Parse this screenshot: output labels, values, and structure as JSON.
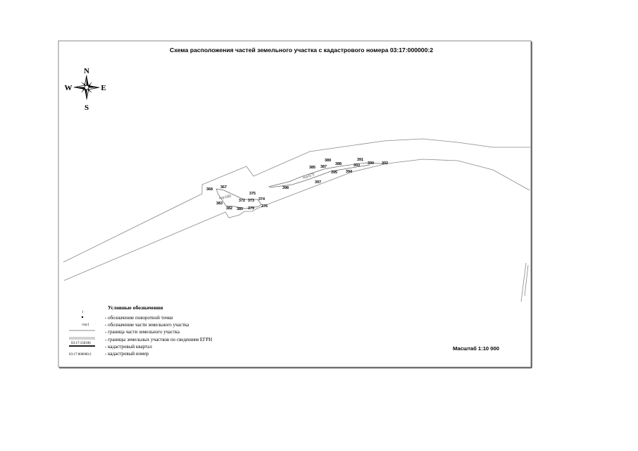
{
  "title": "Схема расположения частей земельного участка с кадастрового номера 03:17:000000:2",
  "compass": {
    "n": "N",
    "s": "S",
    "w": "W",
    "e": "E"
  },
  "points": [
    "368",
    "367",
    "375",
    "383",
    "372",
    "373",
    "374",
    "382",
    "380",
    "379",
    "376",
    "385",
    "387",
    "389",
    "388",
    "391",
    "393",
    "390",
    "392",
    "395",
    "394",
    "397",
    "398"
  ],
  "part_labels": [
    "/чзу1(8)",
    "/чзу1(7)"
  ],
  "legend": {
    "title": "Условные обозначения",
    "point_sample": "1",
    "part_sample": "/чзу1",
    "quarter_sample": "03:17:150106",
    "cadnum_sample": "03:17:000000:2",
    "items": [
      "- обозначение поворотной точки",
      "- обозначение части земельного участка",
      "- граница части земельного участка",
      "- границы земельных участков по сведениям ЕГРН",
      "- кадастровый квартал",
      "- кадастровый номер"
    ]
  },
  "scale_label": "Масштаб 1:10 000",
  "colors": {
    "ink": "#000000",
    "boundary": "#777777",
    "frame": "#888888"
  }
}
